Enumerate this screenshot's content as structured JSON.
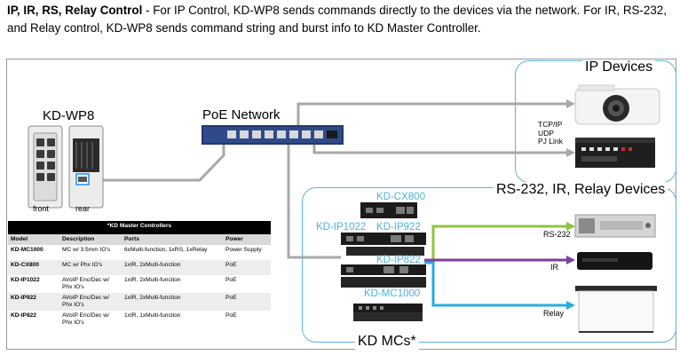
{
  "intro": {
    "bold": "IP, IR, RS, Relay Control",
    "text": " - For IP Control, KD-WP8 sends commands directly to the devices via the network. For IR, RS-232, and Relay control, KD-WP8 sends command string and burst info to KD Master Controller."
  },
  "labels": {
    "kdwp8": "KD-WP8",
    "front": "front",
    "rear": "rear",
    "poe": "PoE Network",
    "ip_devices": "IP Devices",
    "protocols": [
      "TCP/IP",
      "UDP",
      "PJ Link"
    ],
    "serial_devices": "RS-232, IR, Relay Devices",
    "kd_mcs": "KD MCs*",
    "rs232": "RS-232",
    "ir": "IR",
    "relay": "Relay"
  },
  "devices": {
    "cx800": "KD-CX800",
    "ip1022": "KD-IP1022",
    "ip922": "KD-IP922",
    "ip822": "KD-IP822",
    "mc1000": "KD-MC1000"
  },
  "table": {
    "title": "*KD Master Controllers",
    "headers": [
      "Model",
      "Description",
      "Ports",
      "Power"
    ],
    "rows": [
      [
        "KD-MC1000",
        "MC w/ 3.5mm IO's",
        "6xMulti-function, 1xRS, 1xRelay",
        "Power Supply"
      ],
      [
        "KD-CX800",
        "MC w/ Phx IO's",
        "1xIR, 2xMulti-function",
        "PoE"
      ],
      [
        "KD-IP1022",
        "AVoIP Enc/Dec w/ Phx IO's",
        "1xIR, 2xMulti-function",
        "PoE"
      ],
      [
        "KD-IP922",
        "AVoIP Enc/Dec w/ Phx IO's",
        "1xIR, 2xMulti-function",
        "PoE"
      ],
      [
        "KD-IP822",
        "AVoIP Enc/Dec w/ Phx IO's",
        "1xIR, 1xMulti-function",
        "PoE"
      ]
    ]
  },
  "colors": {
    "network": "#a8a8a8",
    "rs232_line": "#8cc63f",
    "ir_line": "#7b3f9e",
    "relay_line": "#29abe2",
    "box_border": "#5ab5e0",
    "device_label": "#4ab2e0"
  }
}
